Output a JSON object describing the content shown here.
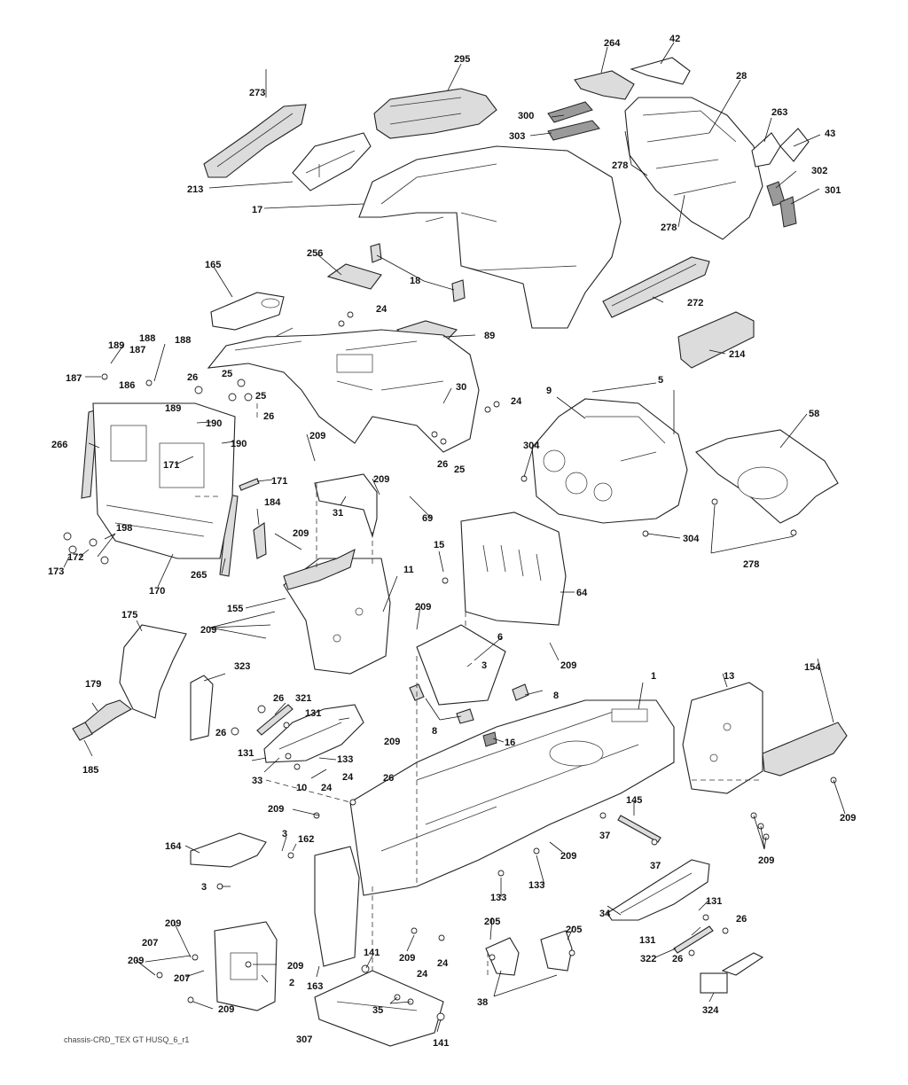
{
  "figure": {
    "caption": "chassis-CRD_TEX GT HUSQ_6_r1"
  },
  "labels": {
    "l1": "1",
    "l2": "2",
    "l3a": "3",
    "l3b": "3",
    "l3c": "3",
    "l5": "5",
    "l6": "6",
    "l8a": "8",
    "l8b": "8",
    "l9": "9",
    "l10": "10",
    "l11": "11",
    "l13": "13",
    "l15": "15",
    "l16": "16",
    "l17": "17",
    "l18": "18",
    "l24a": "24",
    "l24b": "24",
    "l24c": "24",
    "l24d": "24",
    "l24e": "24",
    "l25a": "25",
    "l25b": "25",
    "l25c": "25",
    "l26a": "26",
    "l26b": "26",
    "l26c": "26",
    "l26d": "26",
    "l26e": "26",
    "l26f": "26",
    "l26g": "26",
    "l26h": "26",
    "l28": "28",
    "l30": "30",
    "l31": "31",
    "l33": "33",
    "l34": "34",
    "l35": "35",
    "l37a": "37",
    "l37b": "37",
    "l38": "38",
    "l42": "42",
    "l43": "43",
    "l58": "58",
    "l64": "64",
    "l69": "69",
    "l89": "89",
    "l131a": "131",
    "l131b": "131",
    "l131c": "131",
    "l131d": "131",
    "l133a": "133",
    "l133b": "133",
    "l133c": "133",
    "l141a": "141",
    "l141b": "141",
    "l145": "145",
    "l154": "154",
    "l155": "155",
    "l162": "162",
    "l163": "163",
    "l164": "164",
    "l165": "165",
    "l170": "170",
    "l171a": "171",
    "l171b": "171",
    "l172": "172",
    "l173": "173",
    "l175": "175",
    "l179": "179",
    "l184": "184",
    "l185": "185",
    "l186": "186",
    "l187a": "187",
    "l187b": "187",
    "l188a": "188",
    "l188b": "188",
    "l189a": "189",
    "l189b": "189",
    "l190a": "190",
    "l190b": "190",
    "l198": "198",
    "l205a": "205",
    "l205b": "205",
    "l207a": "207",
    "l207b": "207",
    "l209a": "209",
    "l209b": "209",
    "l209c": "209",
    "l209d": "209",
    "l209e": "209",
    "l209f": "209",
    "l209g": "209",
    "l209h": "209",
    "l209i": "209",
    "l209j": "209",
    "l209k": "209",
    "l209l": "209",
    "l209m": "209",
    "l209n": "209",
    "l213": "213",
    "l214": "214",
    "l256": "256",
    "l263": "263",
    "l264": "264",
    "l265": "265",
    "l266": "266",
    "l272": "272",
    "l273": "273",
    "l278a": "278",
    "l278b": "278",
    "l278c": "278",
    "l295": "295",
    "l300": "300",
    "l301": "301",
    "l302": "302",
    "l303": "303",
    "l304a": "304",
    "l304b": "304",
    "l307": "307",
    "l321": "321",
    "l322": "322",
    "l323": "323",
    "l324": "324"
  }
}
